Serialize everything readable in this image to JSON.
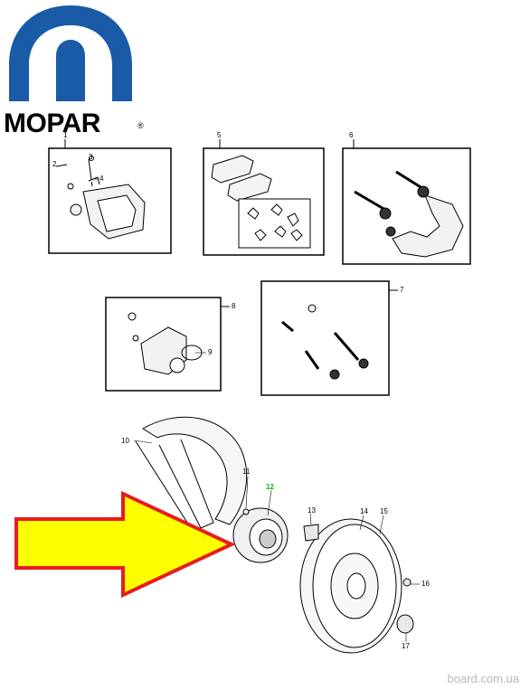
{
  "brand": {
    "name": "MOPAR",
    "registered": "®",
    "logo_color": "#1a5ba7"
  },
  "callouts": [
    "1",
    "2",
    "3",
    "4",
    "5",
    "6",
    "7",
    "8",
    "9",
    "10",
    "11",
    "12",
    "13",
    "14",
    "15",
    "16",
    "17"
  ],
  "highlighted_callout": "12",
  "highlight_colors": {
    "arrow_fill": "#ffff00",
    "arrow_stroke": "#e81c1c",
    "callout_12": "#1fa81f"
  },
  "watermark": "board.com.ua"
}
